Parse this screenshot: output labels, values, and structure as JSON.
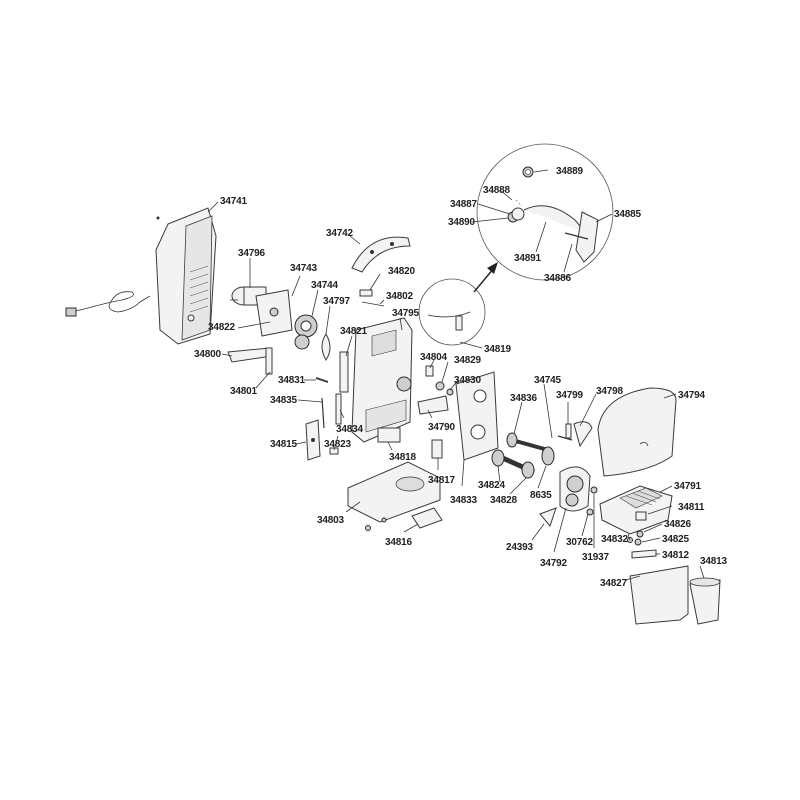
{
  "parts": [
    {
      "id": "p34741",
      "number": "34741"
    },
    {
      "id": "p34796",
      "number": "34796"
    },
    {
      "id": "p34742",
      "number": "34742"
    },
    {
      "id": "p34743",
      "number": "34743"
    },
    {
      "id": "p34744",
      "number": "34744"
    },
    {
      "id": "p34820",
      "number": "34820"
    },
    {
      "id": "p34802",
      "number": "34802"
    },
    {
      "id": "p34797",
      "number": "34797"
    },
    {
      "id": "p34822",
      "number": "34822"
    },
    {
      "id": "p34821",
      "number": "34821"
    },
    {
      "id": "p34795",
      "number": "34795"
    },
    {
      "id": "p34800",
      "number": "34800"
    },
    {
      "id": "p34819",
      "number": "34819"
    },
    {
      "id": "p34804",
      "number": "34804"
    },
    {
      "id": "p34829",
      "number": "34829"
    },
    {
      "id": "p34801",
      "number": "34801"
    },
    {
      "id": "p34831",
      "number": "34831"
    },
    {
      "id": "p34830",
      "number": "34830"
    },
    {
      "id": "p34835",
      "number": "34835"
    },
    {
      "id": "p34834",
      "number": "34834"
    },
    {
      "id": "p34790",
      "number": "34790"
    },
    {
      "id": "p34815",
      "number": "34815"
    },
    {
      "id": "p34823",
      "number": "34823"
    },
    {
      "id": "p34818",
      "number": "34818"
    },
    {
      "id": "p34817",
      "number": "34817"
    },
    {
      "id": "p34803",
      "number": "34803"
    },
    {
      "id": "p34833",
      "number": "34833"
    },
    {
      "id": "p34816",
      "number": "34816"
    },
    {
      "id": "p34745",
      "number": "34745"
    },
    {
      "id": "p34799",
      "number": "34799"
    },
    {
      "id": "p34798",
      "number": "34798"
    },
    {
      "id": "p34794",
      "number": "34794"
    },
    {
      "id": "p34836",
      "number": "34836"
    },
    {
      "id": "p34824",
      "number": "34824"
    },
    {
      "id": "p34828",
      "number": "34828"
    },
    {
      "id": "p8635",
      "number": "8635"
    },
    {
      "id": "p34791",
      "number": "34791"
    },
    {
      "id": "p34811",
      "number": "34811"
    },
    {
      "id": "p34826",
      "number": "34826"
    },
    {
      "id": "p34825",
      "number": "34825"
    },
    {
      "id": "p34832",
      "number": "34832"
    },
    {
      "id": "p34812",
      "number": "34812"
    },
    {
      "id": "p24393",
      "number": "24393"
    },
    {
      "id": "p30762",
      "number": "30762"
    },
    {
      "id": "p31937",
      "number": "31937"
    },
    {
      "id": "p34792",
      "number": "34792"
    },
    {
      "id": "p34813",
      "number": "34813"
    },
    {
      "id": "p34827",
      "number": "34827"
    },
    {
      "id": "p34889",
      "number": "34889"
    },
    {
      "id": "p34888",
      "number": "34888"
    },
    {
      "id": "p34887",
      "number": "34887"
    },
    {
      "id": "p34885",
      "number": "34885"
    },
    {
      "id": "p34890",
      "number": "34890"
    },
    {
      "id": "p34891",
      "number": "34891"
    },
    {
      "id": "p34886",
      "number": "34886"
    }
  ]
}
